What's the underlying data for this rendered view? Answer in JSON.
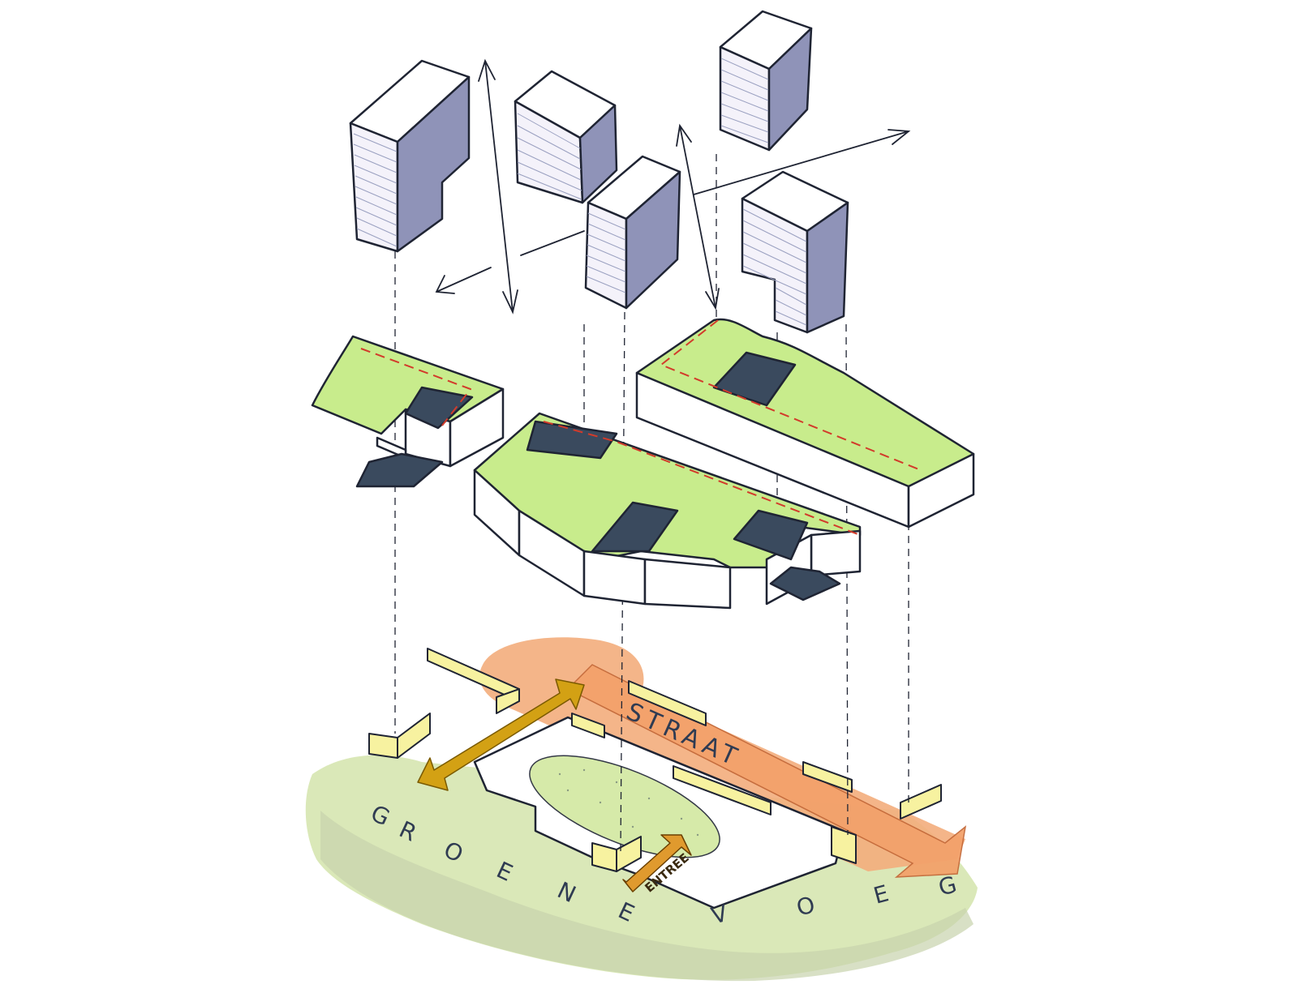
{
  "labels": {
    "straat": "STRAAT",
    "groene_voeg_letters": [
      "G",
      "R",
      "O",
      "E",
      "N",
      "E",
      "V",
      "O",
      "E",
      "G"
    ],
    "entree": "ENTREE"
  },
  "colors": {
    "outline": "#1f2433",
    "tower_front": "#f4f2fa",
    "tower_side": "#8f93b8",
    "roof_green": "#c8ec8c",
    "roof_dark": "#3a4a5e",
    "red_dash": "#d23b2b",
    "street_orange": "#f2a978",
    "wall_yellow": "#f7f2a0",
    "arrow_gold": "#d4a017",
    "ground_green": "#cfe0a6",
    "ground_grey": "#c9d6b0"
  }
}
